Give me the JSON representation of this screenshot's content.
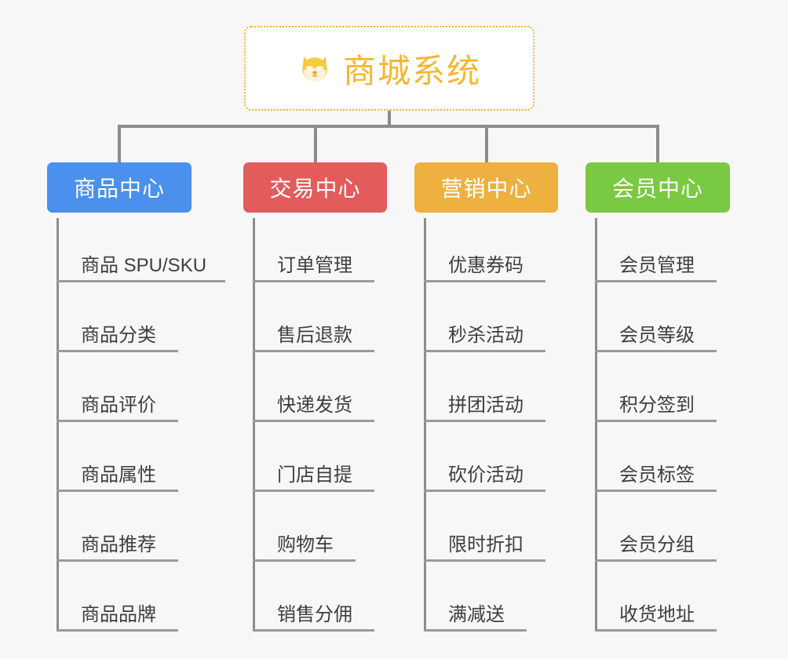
{
  "background_color": "#f7f7f7",
  "root": {
    "title": "商城系统",
    "icon": "dog-face-emoji",
    "text_color": "#f5b731",
    "border_color": "#f0b429",
    "fill_color": "#ffffff"
  },
  "connector_color": "#8c8c8c",
  "columns": [
    {
      "id": "product-center",
      "title": "商品中心",
      "color": "#4a90ec",
      "items": [
        "商品 SPU/SKU",
        "商品分类",
        "商品评价",
        "商品属性",
        "商品推荐",
        "商品品牌"
      ]
    },
    {
      "id": "trade-center",
      "title": "交易中心",
      "color": "#e35b5b",
      "items": [
        "订单管理",
        "售后退款",
        "快递发货",
        "门店自提",
        "购物车",
        "销售分佣"
      ]
    },
    {
      "id": "marketing-center",
      "title": "营销中心",
      "color": "#eeb03e",
      "items": [
        "优惠券码",
        "秒杀活动",
        "拼团活动",
        "砍价活动",
        "限时折扣",
        "满减送"
      ]
    },
    {
      "id": "member-center",
      "title": "会员中心",
      "color": "#7ac943",
      "items": [
        "会员管理",
        "会员等级",
        "积分签到",
        "会员标签",
        "会员分组",
        "收货地址"
      ]
    }
  ]
}
